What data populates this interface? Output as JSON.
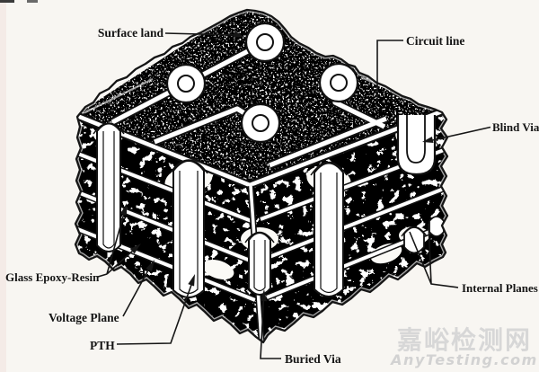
{
  "figure": {
    "description": "Hand-drawn cutaway diagram of a multilayer printed circuit board",
    "labels": {
      "surface_land": "Surface land",
      "circuit_line": "Circuit line",
      "blind_via": "Blind Via",
      "glass_epoxy_resin": "Glass Epoxy-Resin",
      "voltage_plane": "Voltage Plane",
      "pth": "PTH",
      "internal_planes": "Internal Planes",
      "buried_via": "Buried Via"
    }
  },
  "watermark": {
    "cn": "嘉峪检测网",
    "en": "AnyTesting.com",
    "color_cn": "#d7d7d7",
    "color_en": "#d2d2d2"
  },
  "colors": {
    "paper": "#f8f6f2",
    "ink": "#161616"
  }
}
